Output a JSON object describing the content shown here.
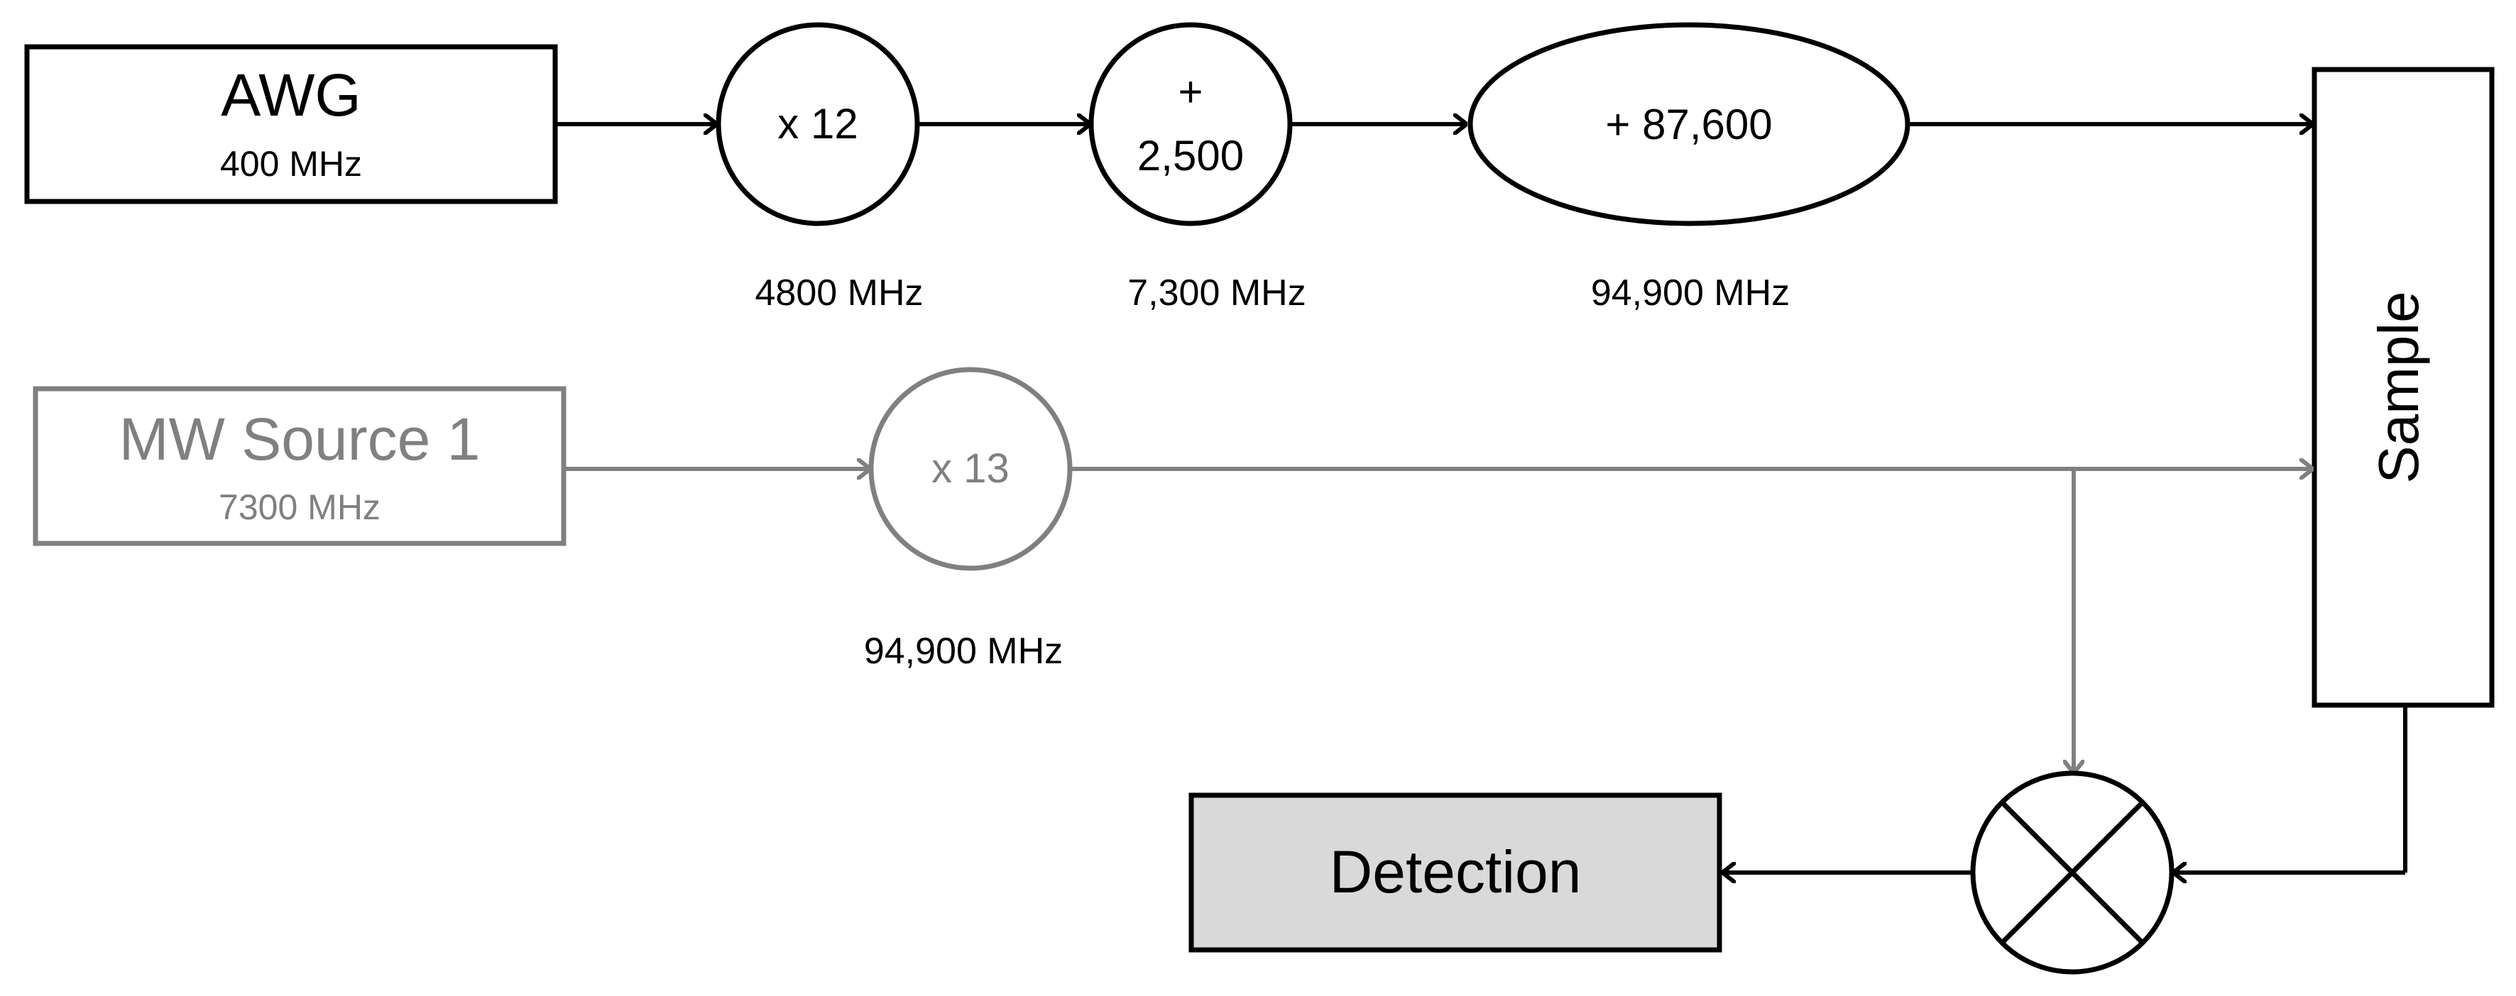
{
  "colors": {
    "primary_path": "#000000",
    "secondary_path": "#808080",
    "detection_fill": "#d9d9d9",
    "background": "#ffffff"
  },
  "awg": {
    "title": "AWG",
    "freq": "400 MHz"
  },
  "multiplier_1": {
    "label": "x 12",
    "out_freq": "4800 MHz"
  },
  "adder_1": {
    "label_sign": "+",
    "label_value": "2,500",
    "out_freq": "7,300 MHz"
  },
  "adder_2": {
    "label": "+ 87,600",
    "out_freq": "94,900 MHz"
  },
  "sample": {
    "label": "Sample"
  },
  "mw_source": {
    "title": "MW Source 1",
    "freq": "7300 MHz"
  },
  "multiplier_2": {
    "label": "x 13",
    "out_freq": "94,900 MHz"
  },
  "mixer": {
    "icon": "mixer-x-icon"
  },
  "detection": {
    "label": "Detection"
  }
}
